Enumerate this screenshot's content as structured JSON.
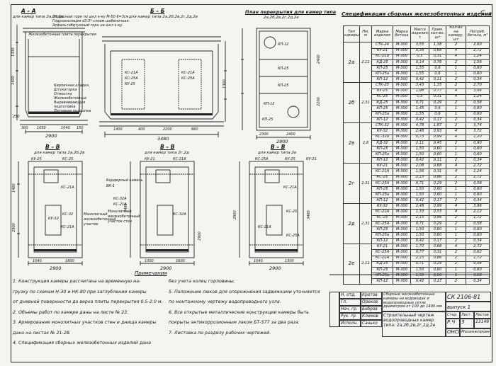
{
  "sections": {
    "aa": {
      "title": "A – A",
      "types": "для камер типа 2а,2б,2в",
      "dim_total": "2900",
      "callouts": [
        "Отдушный горн по шкл к-ку М-50 6=3см",
        "Гидроизоляция  d3.5*-слоем шебеночная.",
        "Асфальтобитумный горн на шкл к-ку.",
        "Железобетонная плита перекрытия"
      ],
      "wall_labels": [
        "Кирпичная кладка",
        "Штукатурка",
        "Отмостка",
        "Железобетонные",
        "Выравнивающая",
        "подготовка",
        "Песчаная подсыпка"
      ],
      "dims": [
        "300",
        "1050",
        "1040",
        "1400",
        "1330",
        "150",
        "250"
      ]
    },
    "bb": {
      "title": "Б – Б",
      "types": "для камер типа 2а,2б,2в,2г,2д,2е",
      "dim_total": "3480",
      "labels": [
        "КС-21А",
        "КС-25А",
        "КУ-25",
        "КС-21А",
        "КС-25А"
      ],
      "dims": [
        "1400",
        "400",
        "2200",
        "660",
        "1300"
      ]
    },
    "plan": {
      "title": "План перекрытия для камер типа",
      "types": "2а,2б,2в,2г,2д,2е",
      "dim_total": "2900",
      "labels": [
        "КП-12",
        "КП-25",
        "КП-25",
        "КП-12",
        "КП-25"
      ],
      "dims": [
        "2300",
        "2400",
        "2400",
        "2200"
      ]
    },
    "vv1": {
      "title": "В – В",
      "types": "для камер типа 2а,2б,2в",
      "dim_total": "2900",
      "labels": [
        "КУ-25",
        "КС-25",
        "КС-21А",
        "КС-21А",
        "КС-32",
        "КУ-32",
        "Монолитный железобетонный участок"
      ],
      "dims": [
        "1040",
        "1800",
        "1480",
        "2900"
      ]
    },
    "vv2": {
      "title": "В – В",
      "types": "для камер типа 2г,2д",
      "dim_total": "2900",
      "labels": [
        "КУ-21",
        "КС-21А",
        "КС-32А",
        "КС-21А",
        "КС-32А",
        "Монолитный железобетонный участок стен",
        "Бордюрный камень",
        "ВК-1"
      ],
      "dims": [
        "3480",
        "1300",
        "1600",
        "2900"
      ]
    },
    "vv3": {
      "title": "В – В",
      "types": "для камер типа 2е",
      "dim_total": "2900",
      "labels": [
        "КС-25А",
        "КУ-25",
        "КС-21А",
        "КС-25",
        "КС-21А",
        "КС-25А",
        "КУ-21"
      ],
      "dims": [
        "1040",
        "1300",
        "2900",
        "3480"
      ]
    }
  },
  "spec": {
    "title": "Спецификация сборных железобетонных изделий",
    "headers": [
      "Тип камеры",
      "Нм, м",
      "Марка изделия",
      "Марка бетона",
      "Масса изделия, т",
      "Прим. кол-во, шт",
      "Кол-во на камеру, шт",
      "Потреб. бетона, м³"
    ],
    "groups": [
      {
        "type": "2а",
        "h": "2,11",
        "rows": [
          [
            "СТК-24",
            "М-300",
            "3,55",
            "1,38",
            "2",
            "2,60"
          ],
          [
            "КУ-21",
            "М-300",
            "0,38",
            "0,68",
            "4",
            "2,72"
          ],
          [
            "КС-21а",
            "М-300",
            "0,5",
            "0,31",
            "4",
            "1,24"
          ],
          [
            "КД-25",
            "М-300",
            "0,14",
            "0,78",
            "2",
            "1,56"
          ],
          [
            "КП-25",
            "М-300",
            "1,55",
            "0,6",
            "1",
            "0,60"
          ],
          [
            "КП-25а",
            "М-300",
            "1,55",
            "0,6",
            "1",
            "0,60"
          ],
          [
            "КП-12",
            "М-300",
            "0,42",
            "0,11",
            "2",
            "0,34"
          ]
        ]
      },
      {
        "type": "2б",
        "h": "2,31",
        "rows": [
          [
            "СТК-25",
            "М-300",
            "3,43",
            "1,35",
            "2",
            "2,70"
          ],
          [
            "КУ-25",
            "М-300",
            "1,98",
            "0,77",
            "4",
            "3,06"
          ],
          [
            "КС-25",
            "М-300",
            "0,5",
            "0,31",
            "4",
            "1,24"
          ],
          [
            "КД-25",
            "М-300",
            "0,71",
            "0,29",
            "2",
            "0,58"
          ],
          [
            "КП-25",
            "М-300",
            "1,45",
            "0,6",
            "1",
            "0,60"
          ],
          [
            "КП-25а",
            "М-300",
            "1,55",
            "0,6",
            "1",
            "0,60"
          ],
          [
            "КП-12",
            "М-300",
            "0,42",
            "0,17",
            "2",
            "0,34"
          ]
        ]
      },
      {
        "type": "2в",
        "h": "2,8",
        "rows": [
          [
            "СТК-32",
            "М-300",
            "4,78",
            "1,87",
            "2",
            "3,74"
          ],
          [
            "КУ-32",
            "М-300",
            "2,48",
            "0,93",
            "4",
            "3,72"
          ],
          [
            "КС-32а",
            "М-300",
            "0,73",
            "0,99",
            "4",
            "1,20"
          ],
          [
            "КД-32",
            "М-300",
            "2,11",
            "0,45",
            "2",
            "0,90"
          ],
          [
            "КП-25",
            "М-300",
            "1,50",
            "0,60",
            "1",
            "0,60"
          ],
          [
            "КП-25а",
            "М-300",
            "1,50",
            "0,60",
            "1",
            "0,60"
          ],
          [
            "КП-12",
            "М-300",
            "0,42",
            "0,11",
            "2",
            "0,34"
          ]
        ]
      },
      {
        "type": "2г",
        "h": "2,31",
        "rows": [
          [
            "КУ-21",
            "М-300",
            "2,08",
            "0,68",
            "4",
            "2,72"
          ],
          [
            "КС-21А",
            "М-300",
            "1,56",
            "0,31",
            "4",
            "1,24"
          ],
          [
            "КС-25",
            "М-300",
            "2,15",
            "0,86",
            "2",
            "1,72"
          ],
          [
            "КС-25А",
            "М-300",
            "0,71",
            "0,29",
            "2",
            "0,58"
          ],
          [
            "КП-25",
            "М-300",
            "1,50",
            "0,60",
            "1",
            "0,60"
          ],
          [
            "КП-25а",
            "М-300",
            "1,50",
            "0,60",
            "1",
            "0,60"
          ],
          [
            "КП-12",
            "М-300",
            "0,42",
            "0,17",
            "2",
            "0,34"
          ]
        ]
      },
      {
        "type": "2д",
        "h": "2,31",
        "rows": [
          [
            "КУ-32",
            "М-300",
            "2,48",
            "0,99",
            "4",
            "3,96"
          ],
          [
            "КС-21А",
            "М-300",
            "1,33",
            "0,53",
            "4",
            "2,12"
          ],
          [
            "КС-25",
            "М-300",
            "2,15",
            "0,86",
            "2",
            "1,72"
          ],
          [
            "КС-25А",
            "М-300",
            "0,71",
            "0,29",
            "2",
            "0,58"
          ],
          [
            "КП-25",
            "М-300",
            "1,50",
            "0,60",
            "1",
            "0,60"
          ],
          [
            "КП-25а",
            "М-300",
            "1,50",
            "0,60",
            "1",
            "0,60"
          ],
          [
            "КП-12",
            "М-300",
            "0,42",
            "0,17",
            "2",
            "0,34"
          ]
        ]
      },
      {
        "type": "2е",
        "h": "2,11",
        "rows": [
          [
            "КУ-21",
            "М-300",
            "1,70",
            "0,68",
            "4",
            "2,72"
          ],
          [
            "КС-25А",
            "М-300",
            "0,77",
            "0,31",
            "2",
            "0,62"
          ],
          [
            "КС-21А",
            "М-300",
            "2,15",
            "0,86",
            "2",
            "1,72"
          ],
          [
            "КД-25",
            "М-300",
            "0,71",
            "0,29",
            "2",
            "0,58"
          ],
          [
            "КП-25",
            "М-300",
            "1,50",
            "0,60",
            "1",
            "0,60"
          ],
          [
            "КП-25а",
            "М-300",
            "1,50",
            "0,60",
            "1",
            "0,60"
          ],
          [
            "КП-12",
            "М-300",
            "0,42",
            "0,17",
            "2",
            "0,34"
          ]
        ]
      }
    ]
  },
  "notes": {
    "title": "Примечания",
    "left": [
      "1. Конструкция камеры рассчитана на временную на-",
      "грузку по схемам Н-30 и НК-80 при заглублении камеры",
      "от дневной поверхности до верха плиты перекрытия 0.5-2.0 м.",
      "2. Объемы работ по камере даны на листе № 23.",
      "3. Армирование монолитных участков стен и днища камеры",
      "дано на листах № 21-28.",
      "4. Спецификация сборных железобетонных изделий дана"
    ],
    "right": [
      "без учета колец горловины.",
      "5. Положение люков для опорожнения задвижками уточняется",
      "по монтажному чертежу водопроводного узла.",
      "6. Все открытые металлические конструкции камеры быть",
      "покрыты антикоррозионным лаком БТ-577 за два раза.",
      "7. Листовка по разделу рабочих чертежей."
    ]
  },
  "titleblock": {
    "series": "СК 2106-81",
    "issue": "выпуск 1",
    "desc_top": "Сборные железобетонные камеры на водоводах и водопроводных сетях диаметром от 100 до 1400 мм",
    "desc_main": "Строительный чертеж водопроводных камер типа: 2а,2б,2в,2г,2д,2е",
    "sheet_label": "Лист",
    "sheet": "3",
    "sheets_label": "Листов",
    "sheets": "13149",
    "stage": "Р.Ч",
    "org": "ОНСК",
    "org2": "Мосинжпроект",
    "sign_rows": [
      "Н. отд.",
      "Гл. спец.",
      "Нач. гр.",
      "Рук. гр.",
      "Исполн."
    ],
    "sign_names": [
      "Кротов",
      "Орехов",
      "Бобров",
      "Климов",
      "Санько"
    ]
  },
  "margin_mark": "С"
}
